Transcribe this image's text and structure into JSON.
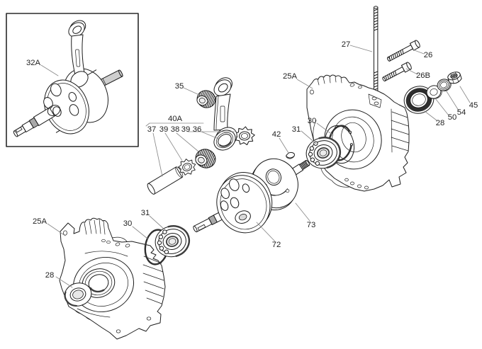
{
  "figure": {
    "type": "exploded-parts-diagram",
    "background": "#ffffff",
    "line_color": "#1c1c1c",
    "leader_color": "#8a8a8a",
    "shade_dark": "#2e2e2e",
    "shade_mid": "#a8a8a8",
    "labels": [
      "32A",
      "35",
      "40A",
      "37",
      "39",
      "38",
      "39",
      "36",
      "42",
      "27",
      "26",
      "26B",
      "45",
      "54",
      "50",
      "28",
      "25A",
      "30",
      "31",
      "73",
      "72",
      "25A",
      "31",
      "30",
      "28"
    ]
  }
}
